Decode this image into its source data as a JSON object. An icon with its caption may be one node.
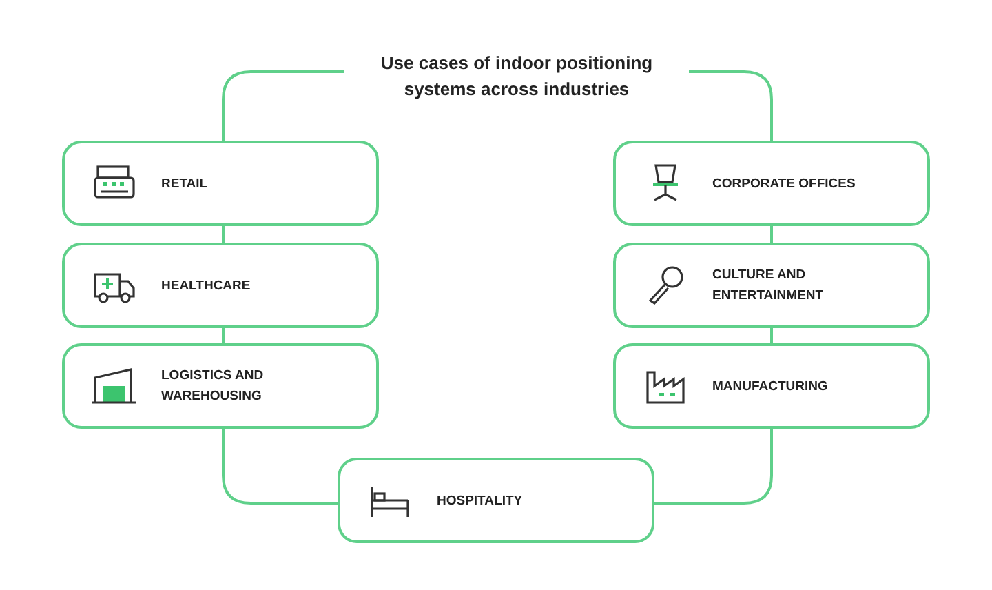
{
  "diagram": {
    "title": "Use cases of indoor positioning systems across industries",
    "nodes": [
      {
        "text": [
          "RETAIL"
        ]
      },
      {
        "text": [
          "CORPORATE OFFICES"
        ]
      },
      {
        "text": [
          "HEALTHCARE"
        ]
      },
      {
        "text": [
          "CULTURE AND ENTERTAINMENT"
        ]
      },
      {
        "text": [
          "LOGISTICS AND WAREHOUSING"
        ]
      },
      {
        "text": [
          "MANUFACTURING"
        ]
      },
      {
        "text": [
          "HOSPITALITY"
        ]
      }
    ]
  }
}
